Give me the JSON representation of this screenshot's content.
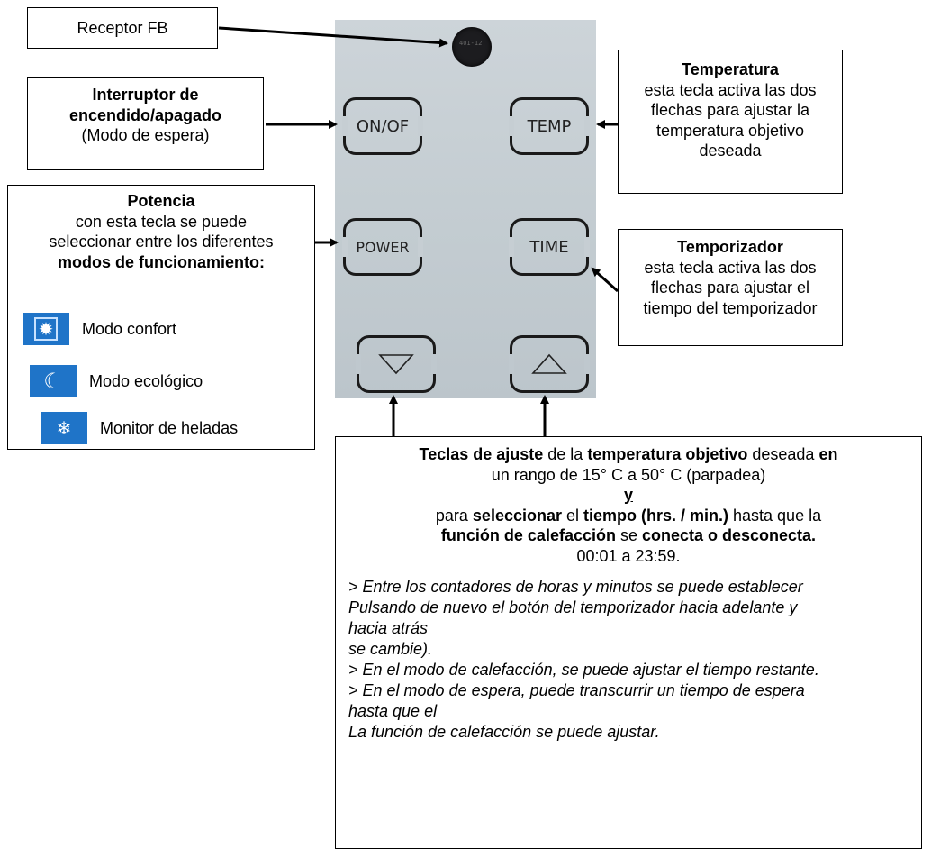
{
  "sensor": {
    "label": "Receptor FB",
    "chip_text": "401-12"
  },
  "onoff": {
    "title": "Interruptor de encendido/apagado",
    "sub": "(Modo de espera)"
  },
  "temperatura": {
    "title": "Temperatura",
    "desc": "esta tecla activa las dos flechas para ajustar la temperatura objetivo deseada"
  },
  "potencia": {
    "title": "Potencia",
    "desc": "con esta tecla se puede seleccionar entre los diferentes",
    "bold_tail": "modos de funcionamiento:",
    "modes": [
      {
        "label": "Modo confort",
        "icon": "sun-icon"
      },
      {
        "label": "Modo ecológico",
        "icon": "moon-icon"
      },
      {
        "label": "Monitor de heladas",
        "icon": "snowflake-icon"
      }
    ]
  },
  "temporizador": {
    "title": "Temporizador",
    "desc": "esta tecla activa las dos flechas para ajustar el tiempo del temporizador"
  },
  "keys": {
    "onoff": "ON/OF",
    "temp": "TEMP",
    "power": "POWER",
    "time": "TIME",
    "down": "down-triangle-icon",
    "up": "up-triangle-icon"
  },
  "ajuste": {
    "l1a": "Teclas de ajuste",
    "l1b": " de la ",
    "l1c": "temperatura objetivo",
    "l1d": " deseada ",
    "l1e": "en",
    "l2": "un rango de 15° C a 50° C (parpadea)",
    "y": "y",
    "l3a": "para ",
    "l3b": "seleccionar",
    "l3c": " el ",
    "l3d": "tiempo (hrs. / min.)",
    "l3e": " hasta que la",
    "l4a": "función de calefacción",
    "l4b": " se ",
    "l4c": "conecta o desconecta.",
    "l5": "00:01 a 23:59.",
    "notes": [
      "> Entre los contadores de horas y minutos se puede establecer",
      "  Pulsando de nuevo el botón del temporizador hacia adelante y hacia atrás",
      "  se cambie).",
      "> En el modo de calefacción, se puede ajustar el tiempo restante.",
      "> En el modo de espera, puede transcurrir un tiempo de espera hasta que el",
      "  La función de calefacción se puede ajustar."
    ]
  }
}
